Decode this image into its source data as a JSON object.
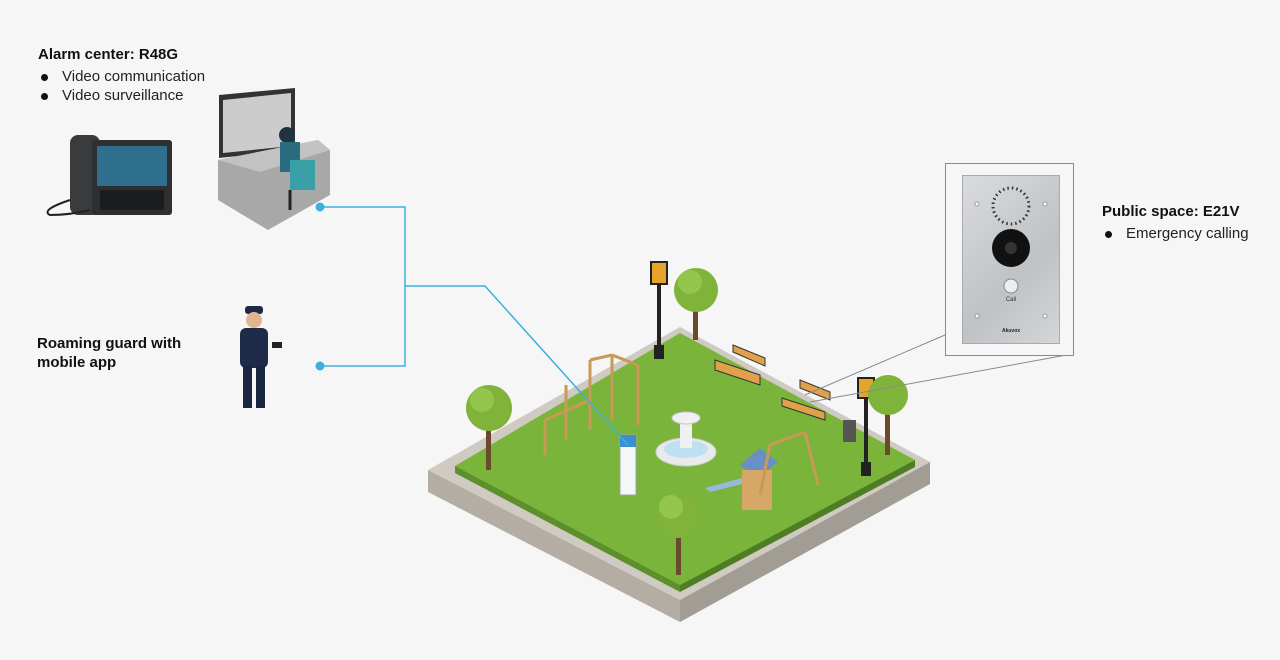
{
  "alarm_center": {
    "title": "Alarm center: R48G",
    "features": [
      "Video communication",
      "Video surveillance"
    ]
  },
  "roaming_guard": {
    "title_line1": "Roaming guard with",
    "title_line2": "mobile app"
  },
  "public_space": {
    "title": "Public space: E21V",
    "features": [
      "Emergency calling"
    ]
  },
  "device": {
    "button_label": "Call",
    "brand": "Akuvox"
  },
  "colors": {
    "connector": "#3bb0dd",
    "grass": "#7ab43a",
    "background": "#f6f6f6"
  }
}
